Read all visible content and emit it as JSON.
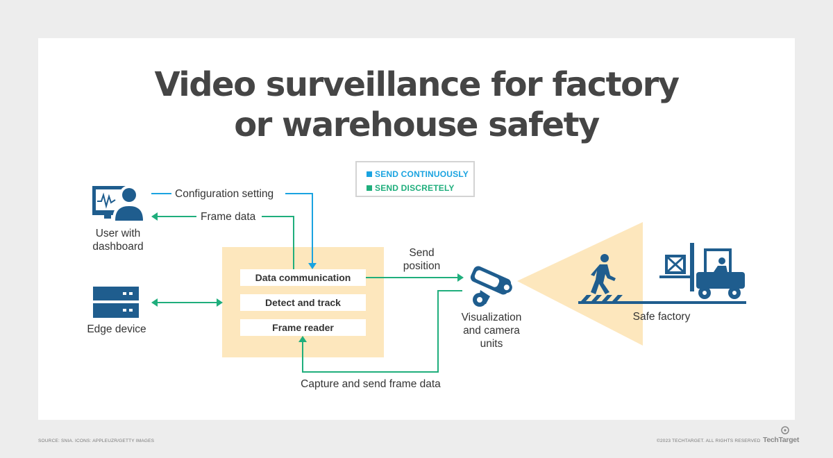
{
  "title": {
    "line1": "Video surveillance for factory",
    "line2": "or warehouse safety"
  },
  "legend": {
    "continuous": "SEND CONTINUOUSLY",
    "discrete": "SEND DISCRETELY",
    "colors": {
      "continuous": "#1aa3e0",
      "discrete": "#1fae7c"
    }
  },
  "nodes": {
    "user": "User with\ndashboard",
    "edge": "Edge device",
    "camera": "Visualization\nand camera\nunits",
    "factory": "Safe factory"
  },
  "stages": [
    "Data communication",
    "Detect and track",
    "Frame reader"
  ],
  "flows": {
    "config": "Configuration setting",
    "frame": "Frame data",
    "position": "Send\nposition",
    "capture": "Capture and send frame data"
  },
  "footer": {
    "source": "SOURCE: SNIA.  ICONS: APPLEUZR/GETTY IMAGES",
    "copyright": "©2023 TECHTARGET. ALL RIGHTS RESERVED",
    "brand": "TechTarget"
  },
  "colors": {
    "icon": "#1f5d8e",
    "panel": "#fde7bd",
    "text": "#333333"
  }
}
